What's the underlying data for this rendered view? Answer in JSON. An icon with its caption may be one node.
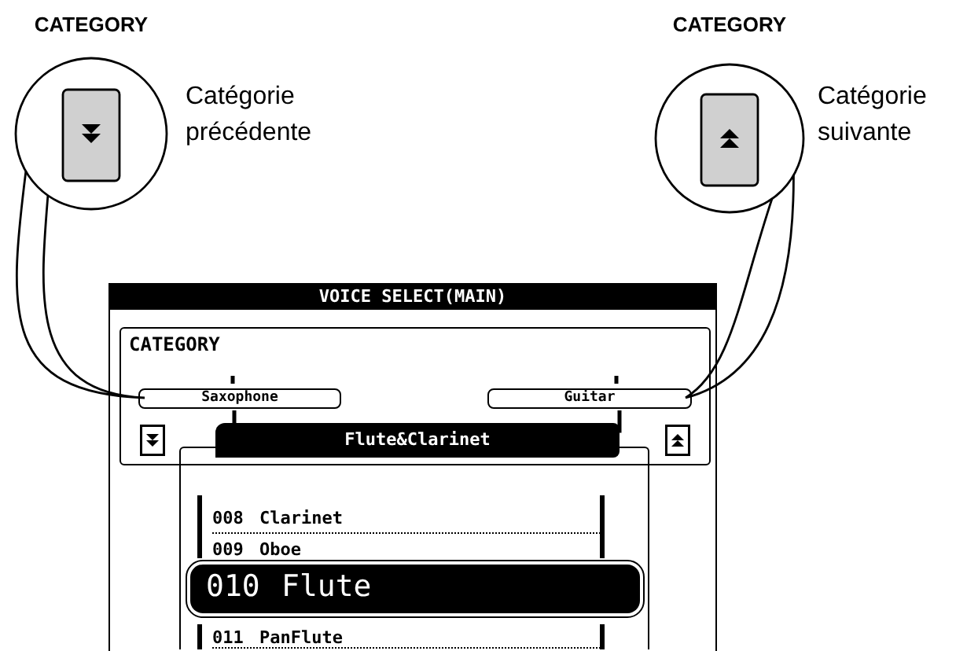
{
  "diagram": {
    "nodes": [
      {
        "text": [
          "CATEGORY"
        ],
        "beside": [
          "Catégorie précédente"
        ]
      },
      {
        "text": [
          "CATEGORY"
        ],
        "beside": [
          "Catégorie suivante"
        ]
      },
      {
        "text": [
          "VOICE SELECT(MAIN)"
        ]
      },
      {
        "text": [
          "CATEGORY"
        ],
        "in": 2
      },
      {
        "text": [
          "Saxophone"
        ],
        "in": 3
      },
      {
        "text": [
          "Guitar"
        ],
        "in": 3
      },
      {
        "text": [
          "Flute&Clarinet"
        ],
        "in": 3
      },
      {
        "text": [
          "010",
          "Flute"
        ],
        "in": 2
      }
    ],
    "edges": [
      {
        "from": 0,
        "to": 4,
        "arrow": "none"
      },
      {
        "from": 1,
        "to": 5,
        "arrow": "none"
      }
    ],
    "labels": [
      "008",
      "Clarinet",
      "009",
      "Oboe",
      "011",
      "PanFlute"
    ]
  }
}
